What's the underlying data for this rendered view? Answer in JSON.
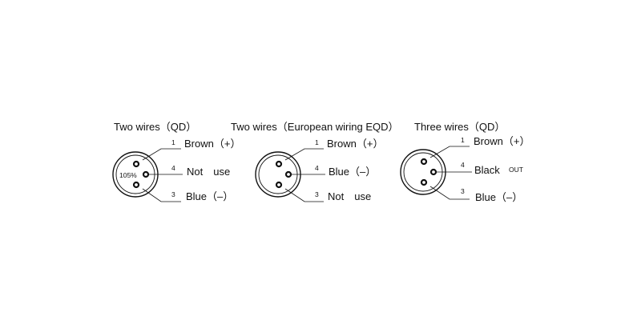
{
  "connectors": [
    {
      "title": "Two wires（QD）",
      "center_label": "105%",
      "pins": [
        {
          "num": "1",
          "label": "Brown（+）"
        },
        {
          "num": "4",
          "label": "Not　use"
        },
        {
          "num": "3",
          "label": "Blue（–）"
        }
      ]
    },
    {
      "title": "Two wires（European wiring EQD）",
      "pins": [
        {
          "num": "1",
          "label": "Brown（+）"
        },
        {
          "num": "4",
          "label": "Blue（–）"
        },
        {
          "num": "3",
          "label": "Not　use"
        }
      ]
    },
    {
      "title": "Three wires（QD）",
      "pins": [
        {
          "num": "1",
          "label": "Brown（+）"
        },
        {
          "num": "4",
          "label": "Black",
          "suffix": "OUT"
        },
        {
          "num": "3",
          "label": "Blue（–）"
        }
      ]
    }
  ]
}
